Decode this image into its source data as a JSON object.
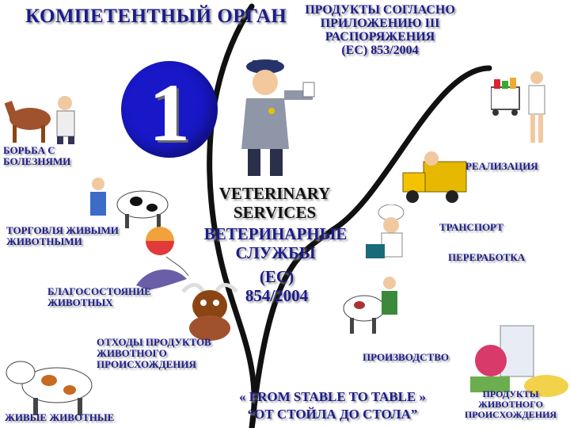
{
  "header": {
    "title": "КОМПЕТЕНТНЫЙ ОРГАН",
    "products_lines": [
      "ПРОДУКТЫ СОГЛАСНО",
      "ПРИЛОЖЕНИЮ III",
      "РАСПОРЯЖЕНИЯ",
      "(ЕС) 853/2004"
    ]
  },
  "badge": {
    "number": "1"
  },
  "center": {
    "vet_en_lines": [
      "VETERINARY",
      "SERVICES"
    ],
    "vet_ru_lines": [
      "ВЕТЕРИНАРНЫЕ",
      "СЛУЖБЫ"
    ],
    "regulation_lines": [
      "(ЕС)",
      "854/2004"
    ]
  },
  "left_labels": {
    "disease_lines": [
      "БОРЬБА С",
      "БОЛЕЗНЯМИ"
    ],
    "trade_lines": [
      "ТОРГОВЛЯ ЖИВЫМИ",
      "ЖИВОТНЫМИ"
    ],
    "welfare_lines": [
      "БЛАГОСОСТОЯНИЕ",
      "ЖИВОТНЫХ"
    ],
    "waste_lines": [
      "ОТХОДЫ ПРОДУКТОВ",
      "ЖИВОТНОГО",
      "ПРОИСХОЖДЕНИЯ"
    ],
    "live_animals": "ЖИВЫЕ ЖИВОТНЫЕ"
  },
  "right_labels": {
    "retail": "РЕАЛИЗАЦИЯ",
    "transport": "ТРАНСПОРТ",
    "processing": "ПЕРЕРАБОТКА",
    "production": "ПРОИЗВОДСТВО",
    "animal_products_lines": [
      "ПРОДУКТЫ",
      "ЖИВОТНОГО",
      "ПРОИСХОЖДЕНИЯ"
    ]
  },
  "slogan": {
    "en": "« FROM STABLE TO TABLE »",
    "ru": "“ОТ СТОЙЛА ДО СТОЛА”"
  },
  "colors": {
    "text": "#1c1c8a",
    "badge": "#1818c8",
    "curve": "#111111"
  }
}
